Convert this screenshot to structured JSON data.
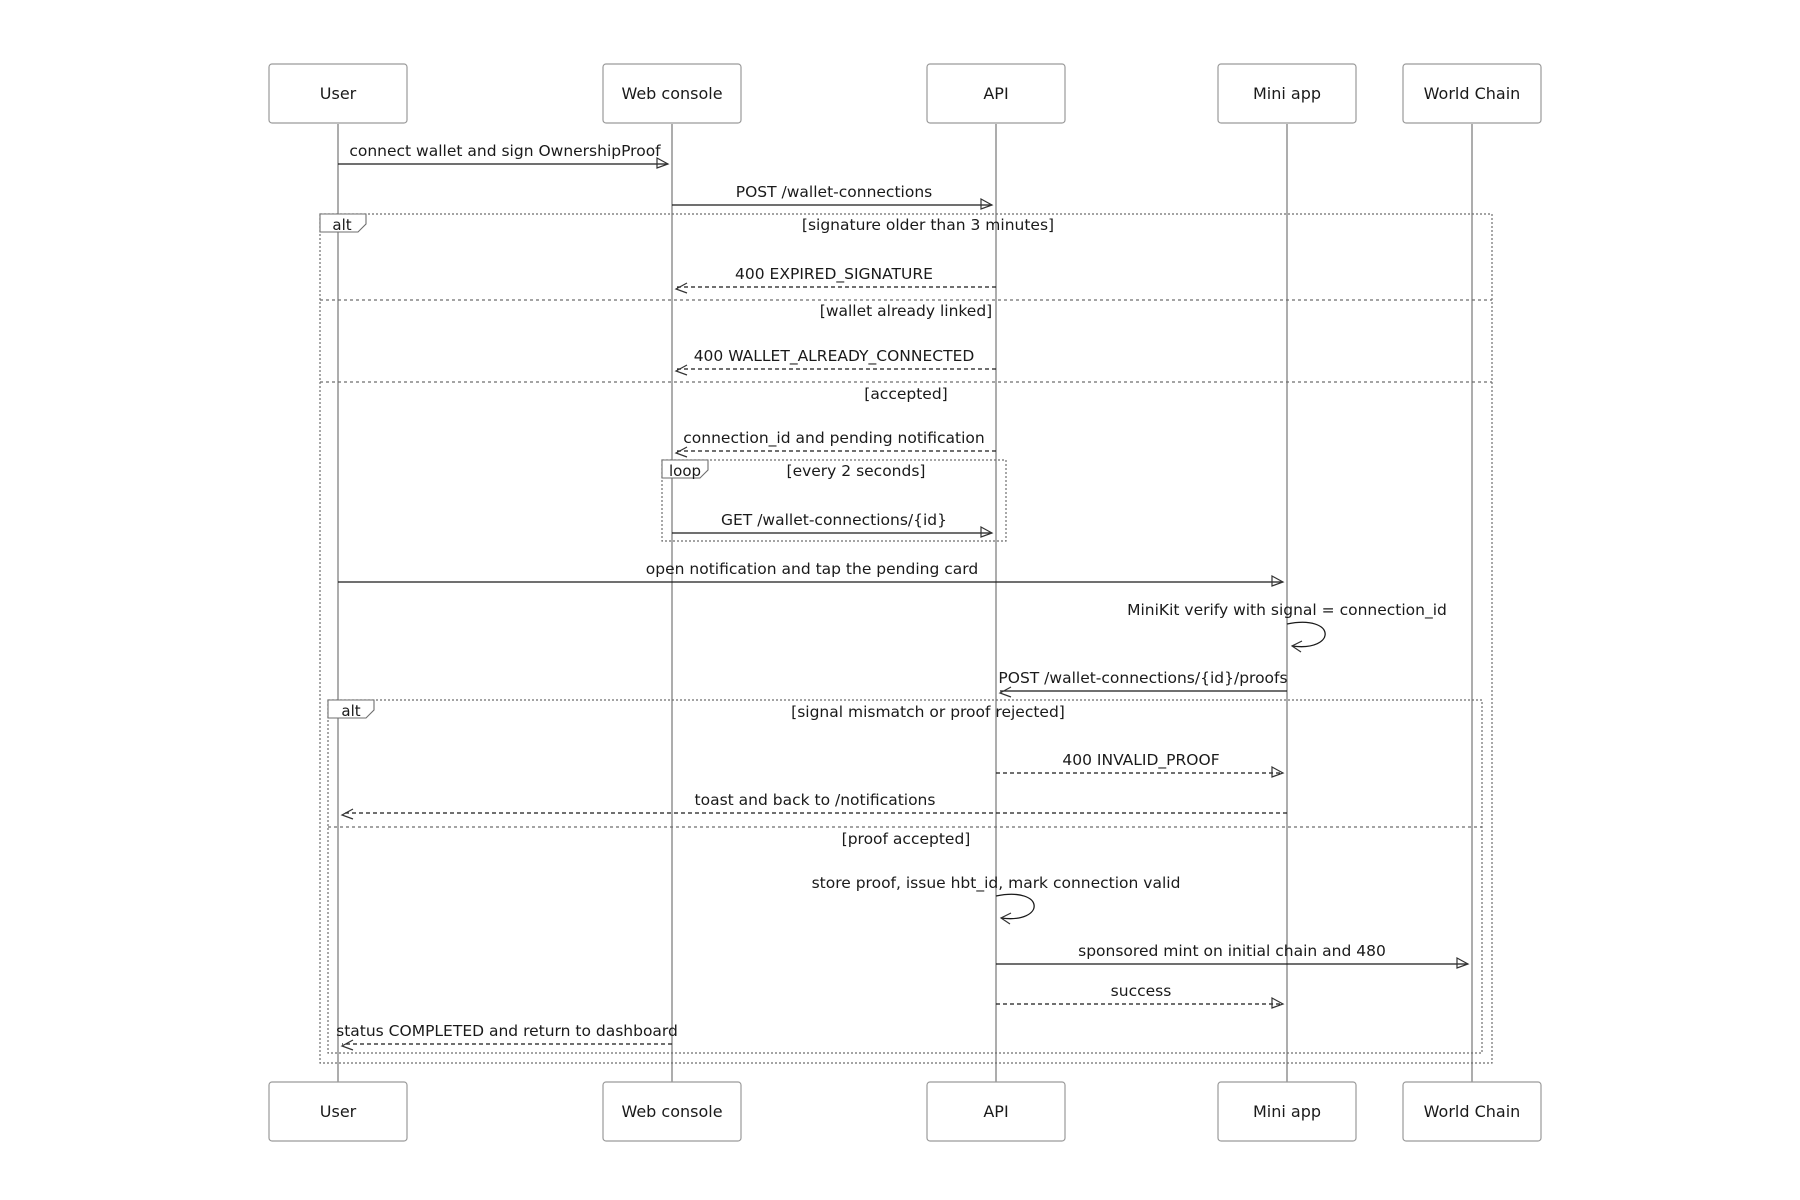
{
  "participants": [
    {
      "id": "user",
      "label": "User"
    },
    {
      "id": "web",
      "label": "Web console"
    },
    {
      "id": "api",
      "label": "API"
    },
    {
      "id": "mini",
      "label": "Mini app"
    },
    {
      "id": "chain",
      "label": "World Chain"
    }
  ],
  "frames": [
    {
      "id": "alt-1",
      "kind": "alt",
      "sections": [
        "[signature older than 3 minutes]",
        "[wallet already linked]",
        "[accepted]"
      ]
    },
    {
      "id": "loop-1",
      "kind": "loop",
      "sections": [
        "[every 2 seconds]"
      ]
    },
    {
      "id": "alt-2",
      "kind": "alt",
      "sections": [
        "[signal mismatch or proof rejected]",
        "[proof accepted]"
      ]
    }
  ],
  "messages": [
    {
      "id": "m1",
      "from": "user",
      "to": "web",
      "label": "connect wallet and sign OwnershipProof",
      "style": "solid"
    },
    {
      "id": "m2",
      "from": "web",
      "to": "api",
      "label": "POST /wallet-connections",
      "style": "solid"
    },
    {
      "id": "m3",
      "from": "api",
      "to": "web",
      "label": "400 EXPIRED_SIGNATURE",
      "style": "dashed"
    },
    {
      "id": "m4",
      "from": "api",
      "to": "web",
      "label": "400 WALLET_ALREADY_CONNECTED",
      "style": "dashed"
    },
    {
      "id": "m5",
      "from": "api",
      "to": "web",
      "label": "connection_id and pending notification",
      "style": "dashed"
    },
    {
      "id": "m6",
      "from": "web",
      "to": "api",
      "label": "GET /wallet-connections/{id}",
      "style": "solid"
    },
    {
      "id": "m7",
      "from": "user",
      "to": "mini",
      "label": "open notification and tap the pending card",
      "style": "solid"
    },
    {
      "id": "m8",
      "from": "mini",
      "to": "mini",
      "label": "MiniKit verify with signal = connection_id",
      "style": "solid"
    },
    {
      "id": "m9",
      "from": "mini",
      "to": "api",
      "label": "POST /wallet-connections/{id}/proofs",
      "style": "solid"
    },
    {
      "id": "m10",
      "from": "api",
      "to": "mini",
      "label": "400 INVALID_PROOF",
      "style": "dashed"
    },
    {
      "id": "m11",
      "from": "mini",
      "to": "user",
      "label": "toast and back to /notifications",
      "style": "dashed"
    },
    {
      "id": "m12",
      "from": "api",
      "to": "api",
      "label": "store proof, issue hbt_id, mark connection valid",
      "style": "solid"
    },
    {
      "id": "m13",
      "from": "api",
      "to": "chain",
      "label": "sponsored mint on initial chain and 480",
      "style": "solid"
    },
    {
      "id": "m14",
      "from": "api",
      "to": "mini",
      "label": "success",
      "style": "dashed"
    },
    {
      "id": "m15",
      "from": "web",
      "to": "user",
      "label": "status COMPLETED and return to dashboard",
      "style": "dashed"
    }
  ]
}
